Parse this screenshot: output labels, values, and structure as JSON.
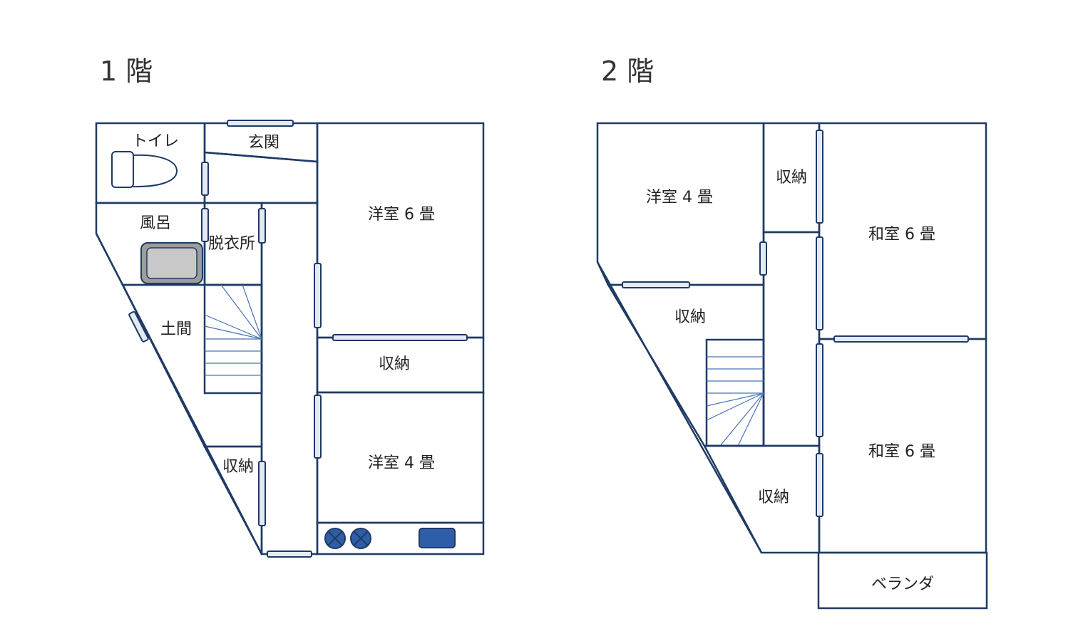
{
  "floor1": {
    "title": "1 階",
    "rooms": {
      "toilet": "トイレ",
      "entrance": "玄関",
      "western6": "洋室 6 畳",
      "bath": "風呂",
      "dressing": "脱衣所",
      "doma": "土間",
      "storage_mid": "収納",
      "storage_low": "収納",
      "western4": "洋室 4 畳"
    }
  },
  "floor2": {
    "title": "2 階",
    "rooms": {
      "western4": "洋室 4 畳",
      "storage_top": "収納",
      "japanese6_top": "和室 6 畳",
      "storage_mid": "収納",
      "storage_low": "収納",
      "japanese6_bottom": "和室 6 畳",
      "veranda": "ベランダ"
    }
  },
  "colors": {
    "wall": "#1f3a64",
    "wood_floor": "#fdf6df",
    "tatami": "#f2f8ec",
    "storage": "#fae4d8",
    "wet_area": "#e6eef8",
    "doma": "#f7f7f7",
    "kitchen": "#d9d9d9",
    "burner": "#2f5ea8"
  }
}
